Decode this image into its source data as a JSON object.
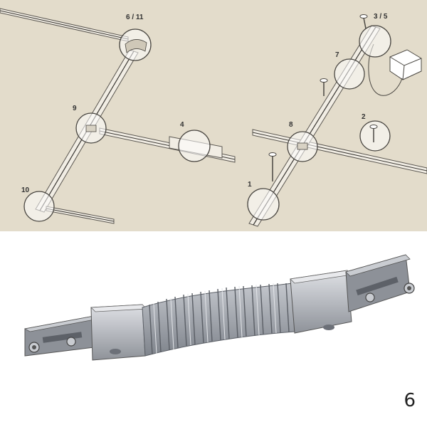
{
  "colors": {
    "background_top": "#e3dccb",
    "rail": "#f1ede4",
    "rail_edge": "#5a5650",
    "rail_groove": "#3a3733",
    "connector_metal": "#b9bcc2",
    "connector_dark": "#7d828a"
  },
  "left_diagram": {
    "callouts": [
      "6 / 11",
      "9",
      "4",
      "10"
    ]
  },
  "right_diagram": {
    "callouts": [
      "3 / 5",
      "7",
      "8",
      "2",
      "1"
    ]
  },
  "product": {
    "icon": "flexible-connector-icon"
  },
  "page_number": "6"
}
